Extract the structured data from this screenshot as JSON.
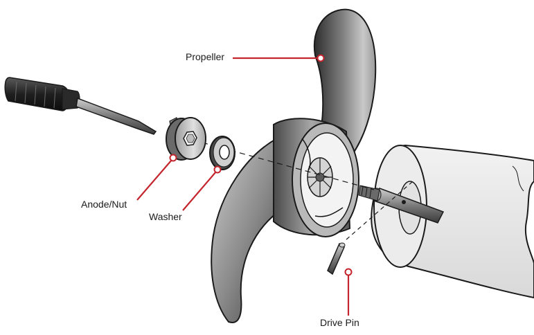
{
  "labels": {
    "propeller": "Propeller",
    "anode_nut": "Anode/Nut",
    "washer": "Washer",
    "drive_pin": "Drive Pin"
  },
  "colors": {
    "callout": "#c4242c",
    "outline": "#1a1a1a",
    "metal_dark": "#3a3a3a",
    "metal_mid": "#8a8a8a",
    "metal_light": "#d6d6d6"
  }
}
